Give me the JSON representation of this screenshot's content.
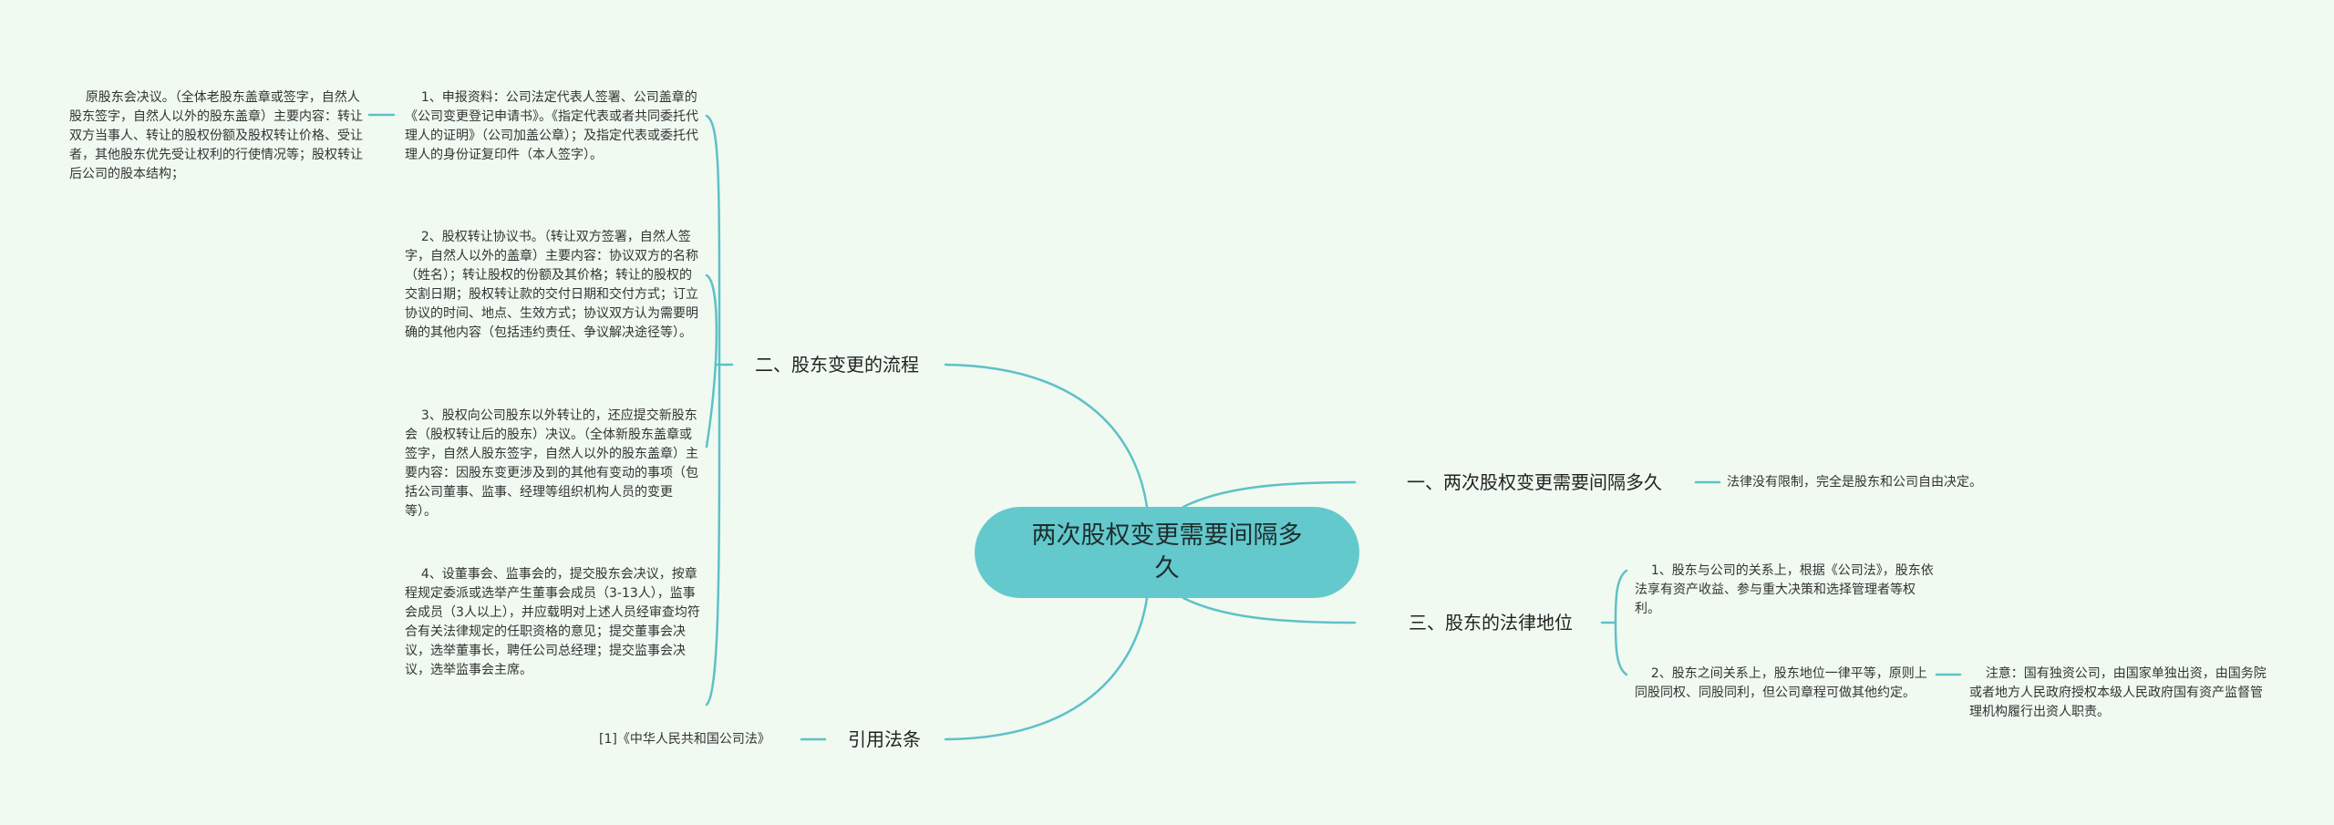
{
  "colors": {
    "background": "#f0faf0",
    "line": "#5fc0c8",
    "root_fill": "#63c9cd",
    "text": "#333333"
  },
  "root": {
    "label": "两次股权变更需要间隔多久"
  },
  "branches": [
    {
      "id": "one",
      "label": "一、两次股权变更需要间隔多久",
      "children": [
        {
          "text": "法律没有限制，完全是股东和公司自由决定。"
        }
      ]
    },
    {
      "id": "two",
      "label": "二、股东变更的流程",
      "children": [
        {
          "text": "1、申报资料：公司法定代表人签署、公司盖章的《公司变更登记申请书》。《指定代表或者共同委托代理人的证明》（公司加盖公章）；及指定代表或委托代理人的身份证复印件（本人签字）。",
          "children": [
            {
              "text": "原股东会决议。（全体老股东盖章或签字，自然人股东签字，自然人以外的股东盖章）主要内容：转让双方当事人、转让的股权份额及股权转让价格、受让者，其他股东优先受让权利的行使情况等；股权转让后公司的股本结构；"
            }
          ]
        },
        {
          "text": "2、股权转让协议书。（转让双方签署，自然人签字，自然人以外的盖章）主要内容：协议双方的名称（姓名）；转让股权的份额及其价格；转让的股权的交割日期；股权转让款的交付日期和交付方式；订立协议的时间、地点、生效方式；协议双方认为需要明确的其他内容（包括违约责任、争议解决途径等）。"
        },
        {
          "text": "3、股权向公司股东以外转让的，还应提交新股东会（股权转让后的股东）决议。（全体新股东盖章或签字，自然人股东签字，自然人以外的股东盖章）主要内容：因股东变更涉及到的其他有变动的事项（包括公司董事、监事、经理等组织机构人员的变更等）。"
        },
        {
          "text": "4、设董事会、监事会的，提交股东会决议，按章程规定委派或选举产生董事会成员（3-13人），监事会成员（3人以上），并应载明对上述人员经审查均符合有关法律规定的任职资格的意见；提交董事会决议，选举董事长，聘任公司总经理；提交监事会决议，选举监事会主席。"
        }
      ]
    },
    {
      "id": "three",
      "label": "三、股东的法律地位",
      "children": [
        {
          "text": "1、股东与公司的关系上，根据《公司法》，股东依法享有资产收益、参与重大决策和选择管理者等权利。"
        },
        {
          "text": "2、股东之间关系上，股东地位一律平等，原则上同股同权、同股同利，但公司章程可做其他约定。",
          "children": [
            {
              "text": "注意：国有独资公司，由国家单独出资，由国务院或者地方人民政府授权本级人民政府国有资产监督管理机构履行出资人职责。"
            }
          ]
        }
      ]
    },
    {
      "id": "four",
      "label": "引用法条",
      "children": [
        {
          "text": "[1]《中华人民共和国公司法》"
        }
      ]
    }
  ]
}
